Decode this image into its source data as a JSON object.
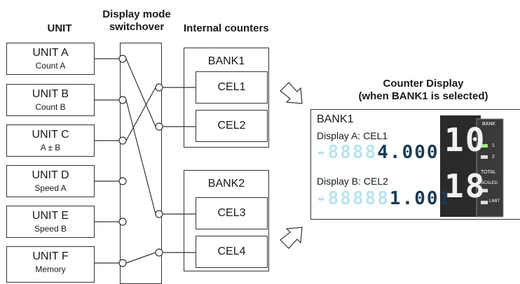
{
  "headers": {
    "unit": "UNIT",
    "switch_line1": "Display mode",
    "switch_line2": "switchover",
    "counters": "Internal counters"
  },
  "units": [
    {
      "name": "UNIT A",
      "sub": "Count A"
    },
    {
      "name": "UNIT B",
      "sub": "Count B"
    },
    {
      "name": "UNIT C",
      "sub": "A ± B"
    },
    {
      "name": "UNIT D",
      "sub": "Speed A"
    },
    {
      "name": "UNIT E",
      "sub": "Speed B"
    },
    {
      "name": "UNIT F",
      "sub": "Memory"
    }
  ],
  "banks": [
    {
      "title": "BANK1",
      "cels": [
        "CEL1",
        "CEL2"
      ]
    },
    {
      "title": "BANK2",
      "cels": [
        "CEL3",
        "CEL4"
      ]
    }
  ],
  "display": {
    "title_line1": "Counter Display",
    "title_line2": "(when BANK1 is selected)",
    "bank": "BANK1",
    "a_label": "Display A: CEL1",
    "a_ghost": "-8888",
    "a_value": "4.000",
    "b_label": "Display B: CEL2",
    "b_ghost": "-88888",
    "b_value": "1.001",
    "right_digits": "10",
    "right_digits_2": "18",
    "panel_labels": [
      "BANK",
      "1",
      "2",
      "TOTAL",
      "SCALED",
      "LIMIT"
    ]
  },
  "colors": {
    "line": "#333333",
    "lcd_ghost": "#b9e4ee",
    "lcd_lit": "#1b3b55",
    "panel_dark": "#222222"
  }
}
